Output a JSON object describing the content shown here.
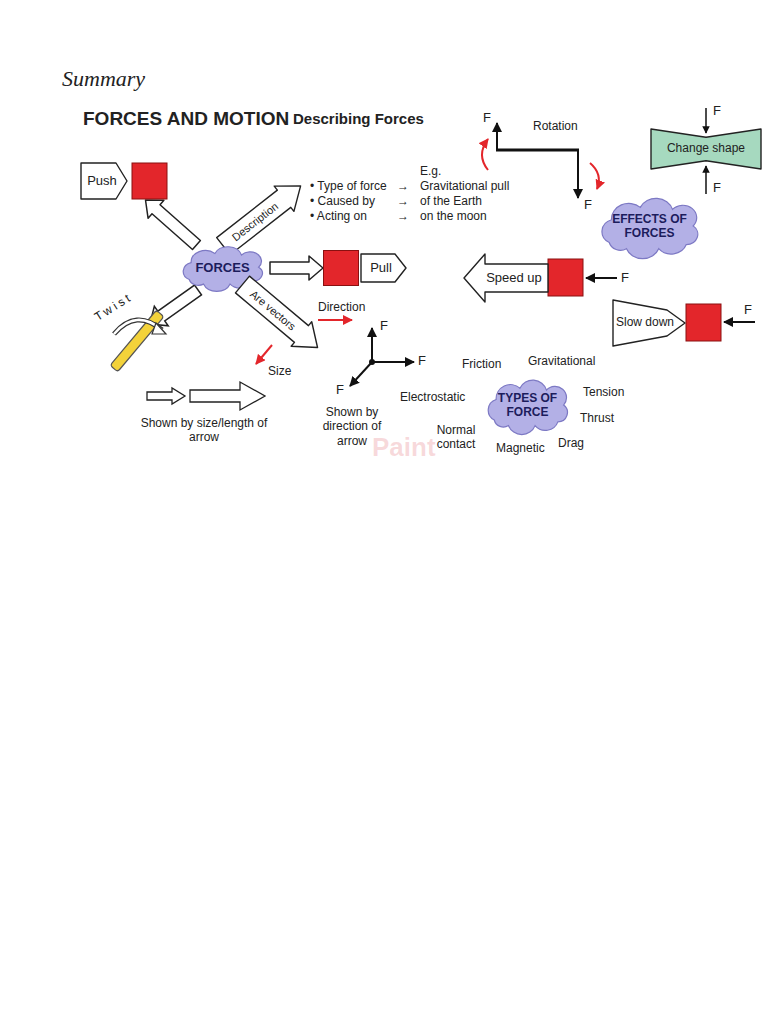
{
  "diagram": {
    "title": "FORCES AND MOTION",
    "nodes": [
      {
        "text": [
          "Push"
        ]
      },
      {
        "text": [
          "Description"
        ]
      },
      {
        "text": [
          "FORCES"
        ]
      },
      {
        "text": [
          "Pull"
        ]
      },
      {
        "text": [
          "Change shape"
        ]
      },
      {
        "text": [
          "EFFECTS OF FORCES"
        ]
      },
      {
        "text": [
          "Speed up"
        ]
      },
      {
        "text": [
          "Slow down"
        ]
      },
      {
        "text": [
          "Are vectors"
        ]
      },
      {
        "text": [
          "TYPES OF FORCE"
        ]
      }
    ],
    "edges": [
      {
        "from": 2,
        "to": 0,
        "arrow": "to"
      },
      {
        "from": 2,
        "to": 3,
        "arrow": "to"
      }
    ],
    "labels": [
      "Summary",
      "Describing Forces",
      "E.g.",
      "• Type of force",
      "→",
      "Gravitational pull",
      "• Caused by",
      "→",
      "of the Earth",
      "• Acting on",
      "→",
      "on the moon",
      "F",
      "Rotation",
      "F",
      "F",
      "F",
      "F",
      "F",
      "Twist",
      "Direction",
      "F",
      "F",
      "F",
      "Size",
      "Shown by size/length of arrow",
      "Shown by direction of arrow",
      "Friction",
      "Gravitational",
      "Tension",
      "Thrust",
      "Drag",
      "Magnetic",
      "Normal contact",
      "Electrostatic",
      "Paint"
    ]
  }
}
